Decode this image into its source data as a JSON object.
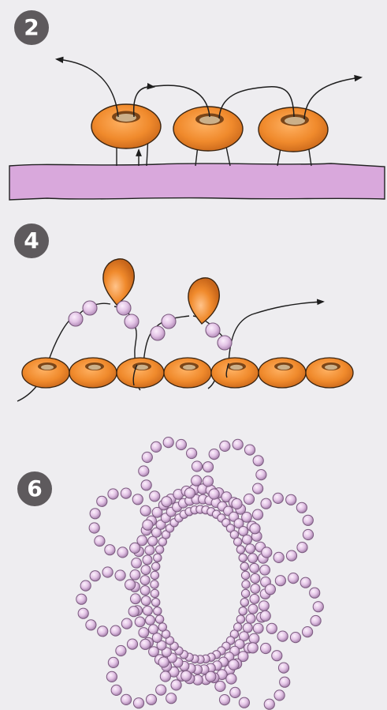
{
  "steps": [
    {
      "number": "2"
    },
    {
      "number": "4"
    },
    {
      "number": "6"
    }
  ],
  "colors": {
    "bead_orange": "#f08a2c",
    "bead_orange_dark": "#b85a12",
    "bead_hole": "#cbb08a",
    "fabric": "#d9a8dc",
    "seed_bead": "#e3c4e6",
    "seed_bead_edge": "#7b5a7f",
    "thread": "#1d1d1d",
    "badge": "#5e5a5d"
  },
  "icons": [
    "arrow-head",
    "drop-bead",
    "rondelle-bead",
    "seed-bead"
  ]
}
